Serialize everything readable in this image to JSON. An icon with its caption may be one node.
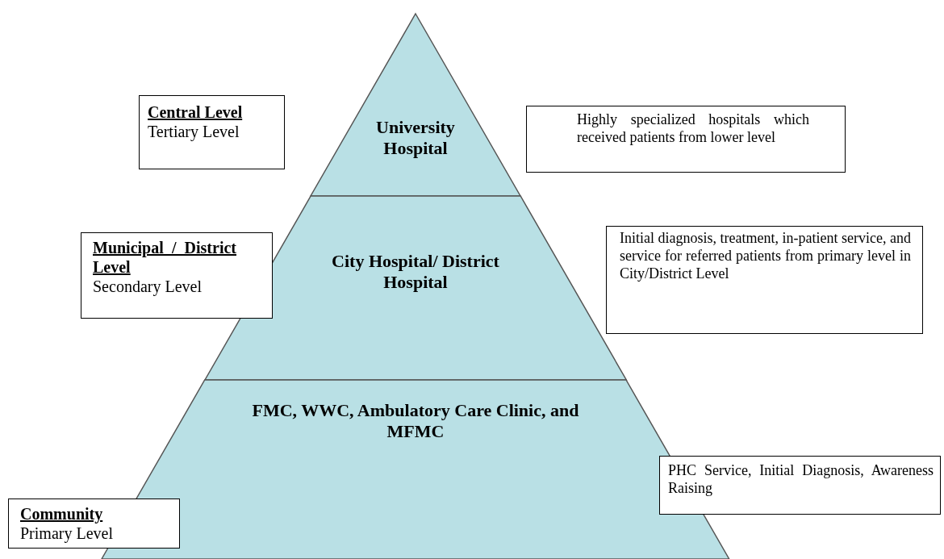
{
  "diagram": {
    "nodes": [
      {
        "text": [
          "Central Level",
          "Tertiary Level"
        ]
      },
      {
        "text": [
          "University Hospital"
        ]
      },
      {
        "text": [
          "Highly specialized hospitals which received patients from lower level"
        ]
      },
      {
        "text": [
          "Municipal / District Level",
          "Secondary Level"
        ]
      },
      {
        "text": [
          "City Hospital/ District Hospital"
        ]
      },
      {
        "text": [
          "Initial diagnosis, treatment, in-patient service, and service for referred patients from primary level in City/District Level"
        ]
      },
      {
        "text": [
          "Community",
          "Primary Level"
        ]
      },
      {
        "text": [
          "FMC, WWC, Ambulatory Care Clinic, and MFMC"
        ]
      },
      {
        "text": [
          "PHC Service, Initial Diagnosis, Awareness Raising"
        ]
      }
    ]
  }
}
